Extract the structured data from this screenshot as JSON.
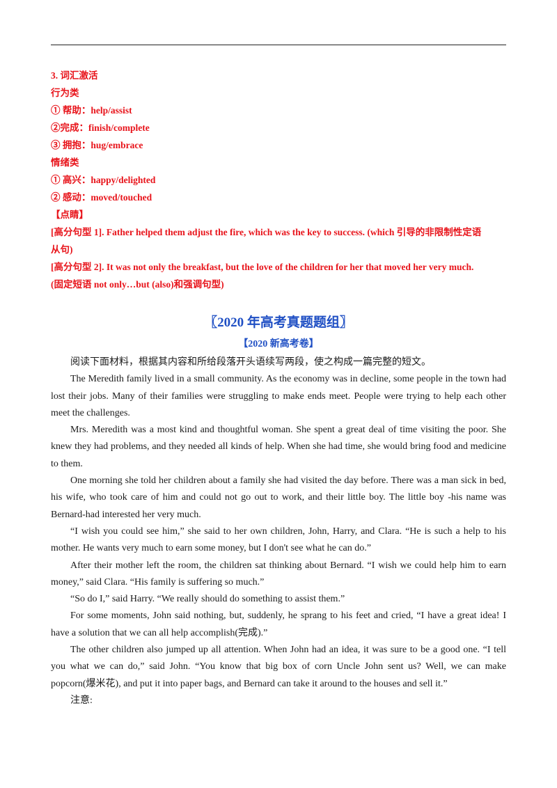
{
  "vocab": {
    "heading": "3. 词汇激活",
    "cat1": "行为类",
    "cat1_items": [
      "① 帮助：help/assist",
      "②完成：finish/complete",
      "③ 拥抱：hug/embrace"
    ],
    "cat2": "情绪类",
    "cat2_items": [
      "① 高兴：happy/delighted",
      "② 感动：moved/touched"
    ]
  },
  "highlight": {
    "label": "【点睛】",
    "s1_l1": "[高分句型 1]. Father helped them adjust the fire, which was the key to success. (which 引导的非限制性定语",
    "s1_l2": "从句)",
    "s2_l1": "[高分句型 2]. It was not only the breakfast, but the love of the children for her that moved her very much.",
    "s2_l2": "(固定短语 not only…but (also)和强调句型)"
  },
  "section": {
    "title": "〖2020 年高考真题题组〗",
    "subtitle": "【2020 新高考卷】"
  },
  "passage": [
    "阅读下面材料，根据其内容和所给段落开头语续写两段，使之构成一篇完整的短文。",
    "The Meredith family lived in a small community. As the economy was in decline, some people in the town had lost their jobs. Many of their families were struggling to make ends meet. People were trying to help each other meet the challenges.",
    "Mrs. Meredith was a most kind and thoughtful woman. She spent a great deal of time visiting the poor. She knew they had problems, and they needed all kinds of help. When she had time, she would bring food and medicine to them.",
    "One morning she told her children about a family she had visited the day before. There was a man sick in bed, his wife, who took care of him and could not go out to work, and their little boy. The little boy -his name was Bernard-had interested her very much.",
    "“I wish you could see him,” she said to her own children, John, Harry, and Clara. “He is such a help to his mother. He wants very much to earn some money, but I don't see what he can do.”",
    "After their mother left the room, the children sat thinking about Bernard. “I wish we could help him to earn money,” said Clara. “His family is suffering so much.”",
    "“So do I,” said Harry. “We really should do something to assist them.”",
    "For some moments, John said nothing, but, suddenly, he sprang to his feet and cried, “I have a great idea! I have a solution that we can all help accomplish(完成).”",
    "The other children also jumped up all attention. When John had an idea, it was sure to be a good one. “I tell you what we can do,” said John. “You know that big box of corn Uncle John sent us? Well, we can make popcorn(爆米花), and put it into paper bags, and Bernard can take it around to the houses and sell it.”",
    "注意:"
  ]
}
